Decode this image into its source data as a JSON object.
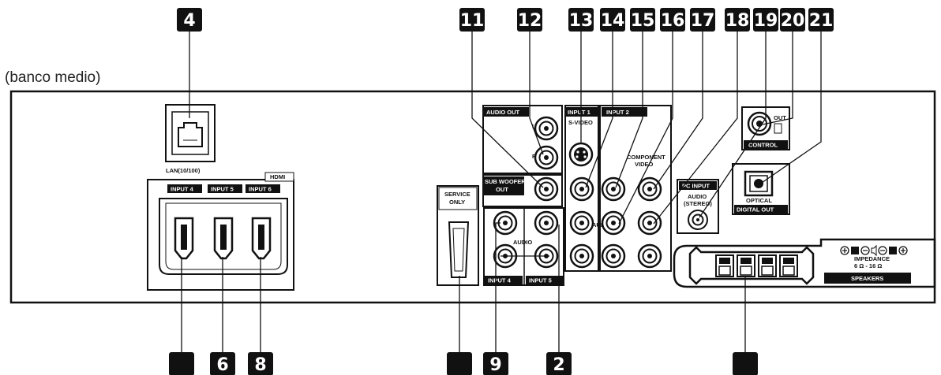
{
  "caption": "(banco medio)",
  "callouts_top": [
    "4",
    "11",
    "12",
    "13",
    "14",
    "15",
    "16",
    "17",
    "18",
    "19",
    "20",
    "21"
  ],
  "callouts_bottom": [
    "",
    "6",
    "8",
    "",
    "9",
    "2",
    ""
  ],
  "labels": {
    "lan": "LAN(10/100)",
    "hdmi": "HDMI",
    "input4": "INPUT 4",
    "input5": "INPUT 5",
    "input6": "INPUT 6",
    "audio_out": "AUDIO OUT",
    "audio_out_l": "L",
    "audio_out_r": "R",
    "sub_woofer": "SUB WOOFER",
    "sub_woofer_out": "OUT",
    "service": "SERVICE",
    "service_only": "ONLY",
    "input1": "INPUT 1",
    "svideo": "S-VIDEO",
    "input2": "INPUT 2",
    "component": "COMPONENT",
    "component_video": "VIDEO",
    "audio": "AUDIO",
    "pc_input": "PC INPUT",
    "pc_audio": "AUDIO",
    "pc_stereo": "(STEREO)",
    "control_out": "OUT",
    "control": "CONTROL",
    "optical": "OPTICAL",
    "digital_out": "DIGITAL  OUT",
    "impedance": "IMPEDANCE",
    "impedance_value": "6 Ω - 16 Ω",
    "speakers": "SPEAKERS"
  }
}
